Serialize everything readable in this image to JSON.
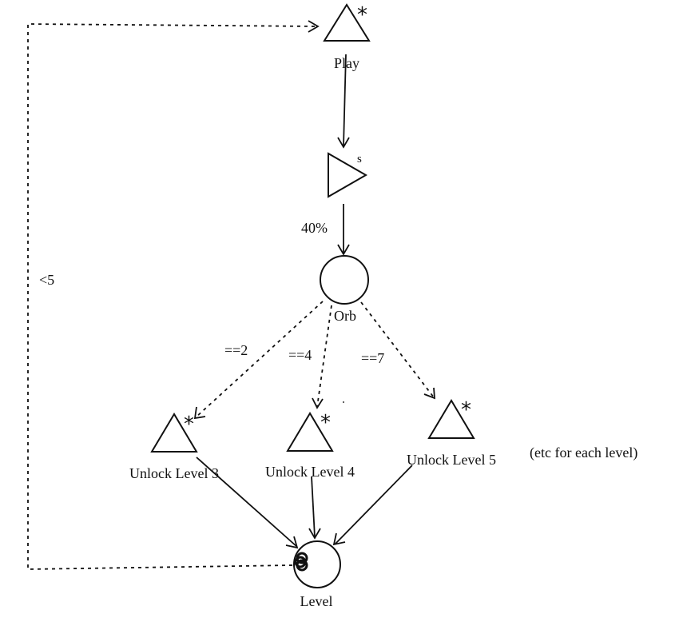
{
  "nodes": {
    "play": {
      "label": "Play",
      "marker": "*"
    },
    "converter": {
      "marker": "s"
    },
    "orb": {
      "label": "Orb"
    },
    "unlock3": {
      "label": "Unlock Level 3",
      "marker": "*"
    },
    "unlock4": {
      "label": "Unlock Level 4",
      "marker": "*"
    },
    "unlock5": {
      "label": "Unlock Level 5",
      "marker": "*"
    },
    "level": {
      "label": "Level"
    }
  },
  "edges": {
    "converter_to_orb": "40%",
    "orb_to_unlock3": "==2",
    "orb_to_unlock4": "==4",
    "orb_to_unlock5": "==7",
    "level_to_play": "<5"
  },
  "note": "(etc for each level)",
  "colors": {
    "ink": "#111111",
    "background": "#ffffff"
  },
  "icons": {
    "play": "source-triangle-icon",
    "converter": "converter-triangle-icon",
    "orb": "pool-circle-icon",
    "unlock": "source-triangle-icon",
    "level": "pool-with-tokens-icon"
  }
}
